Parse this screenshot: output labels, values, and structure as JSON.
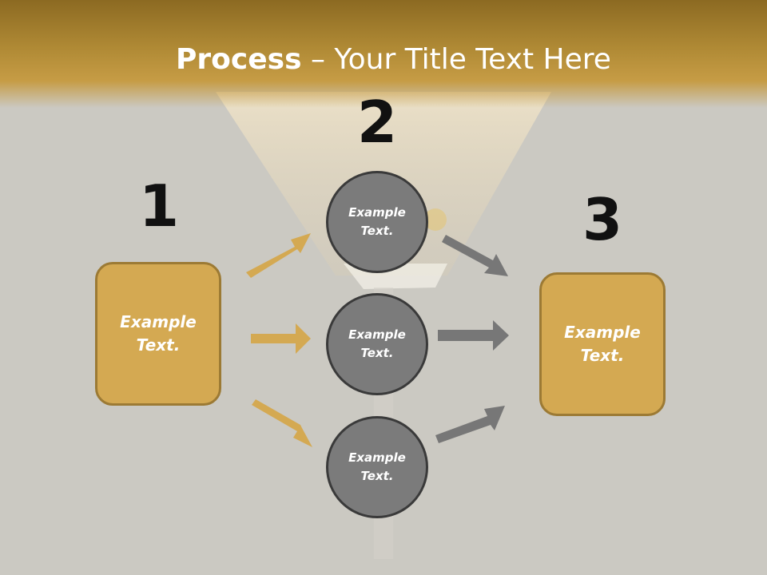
{
  "title": {
    "bold": "Process",
    "rest": " – Your Title Text Here"
  },
  "steps": {
    "n1": "1",
    "n2": "2",
    "n3": "3"
  },
  "left_box": {
    "line1": "Example",
    "line2": "Text."
  },
  "right_box": {
    "line1": "Example",
    "line2": "Text."
  },
  "circles": [
    {
      "line1": "Example",
      "line2": "Text."
    },
    {
      "line1": "Example",
      "line2": "Text."
    },
    {
      "line1": "Example",
      "line2": "Text."
    }
  ],
  "colors": {
    "gold": "#d4a952",
    "gold_border": "#9c7a34",
    "gray_circle": "#7b7b7b",
    "gray_arrow": "#777777",
    "background": "#cbc9c2"
  }
}
